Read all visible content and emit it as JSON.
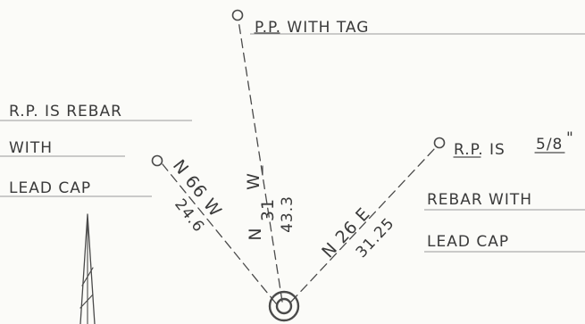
{
  "ref_points": {
    "top": {
      "label": "P.P. WITH TAG"
    },
    "left": {
      "lines": [
        "R.P. IS REBAR",
        "WITH",
        "LEAD CAP"
      ]
    },
    "right": {
      "line1_prefix": "R.P. IS",
      "fraction": "5/8",
      "inch_mark": "\"",
      "lines": [
        "REBAR WITH",
        "LEAD CAP"
      ]
    }
  },
  "ties": {
    "north": {
      "bearing_dir": "N",
      "bearing_deg": "31",
      "bearing_side": "W",
      "distance": "43.3"
    },
    "northwest": {
      "bearing": "N 66 W",
      "distance": "24.6"
    },
    "northeast": {
      "bearing": "N 26 E",
      "distance": "31.25"
    }
  }
}
